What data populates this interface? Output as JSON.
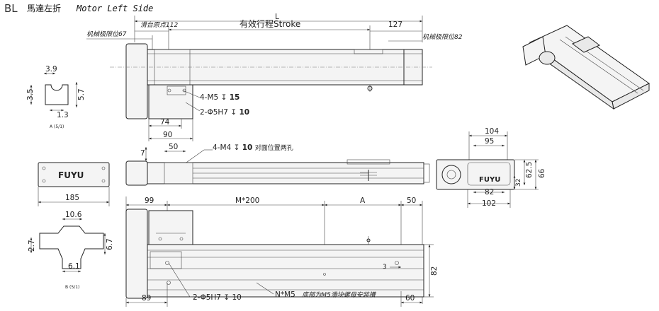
{
  "title": {
    "prefix": "BL",
    "cn": "馬達左折",
    "en": "Motor Left Side"
  },
  "top_view": {
    "L_label": "L",
    "stroke_label": "有效行程Stroke",
    "mech_limit_left": "机械极限位67",
    "slider_origin": "滑台原点112",
    "mech_limit_right": "机械极限位82",
    "dim_127": "127",
    "callout_m5": "4-M5",
    "callout_m5_depth": "15",
    "callout_pin": "2-Φ5H7",
    "callout_pin_depth": "10",
    "dim_74": "74",
    "dim_90": "90",
    "depth_symbol": "↧"
  },
  "section_a": {
    "dim_3_9": "3.9",
    "dim_3_5": "3.5",
    "dim_5_7": "5.7",
    "dim_1_3": "1.3",
    "label": "A (5/1)"
  },
  "end_plate": {
    "logo": "FUYU",
    "dim_185": "185"
  },
  "side_view": {
    "dim_7": "7",
    "dim_50": "50",
    "callout_m4": "4-M4",
    "callout_m4_depth": "10",
    "callout_m4_note": "对面位置两孔"
  },
  "end_view": {
    "dim_104": "104",
    "dim_95": "95",
    "dim_62_5": "62.5",
    "dim_66": "66",
    "dim_32": "32",
    "dim_82": "82",
    "dim_102": "102",
    "logo": "FUYU"
  },
  "section_b": {
    "dim_10_6": "10.6",
    "dim_2_7": "2.7",
    "dim_6_7": "6.7",
    "dim_6_1": "6.1",
    "label": "B (5/1)"
  },
  "bottom_view": {
    "dim_99": "99",
    "dim_m200": "M*200",
    "dim_A": "A",
    "dim_50": "50",
    "dim_3": "3",
    "dim_82": "82",
    "dim_89": "89",
    "dim_60": "60",
    "callout_pin": "2-Φ5H7",
    "callout_pin_depth": "10",
    "callout_nm5": "N*M5",
    "callout_nm5_note": "底部为M5滑块螺母安装槽"
  }
}
